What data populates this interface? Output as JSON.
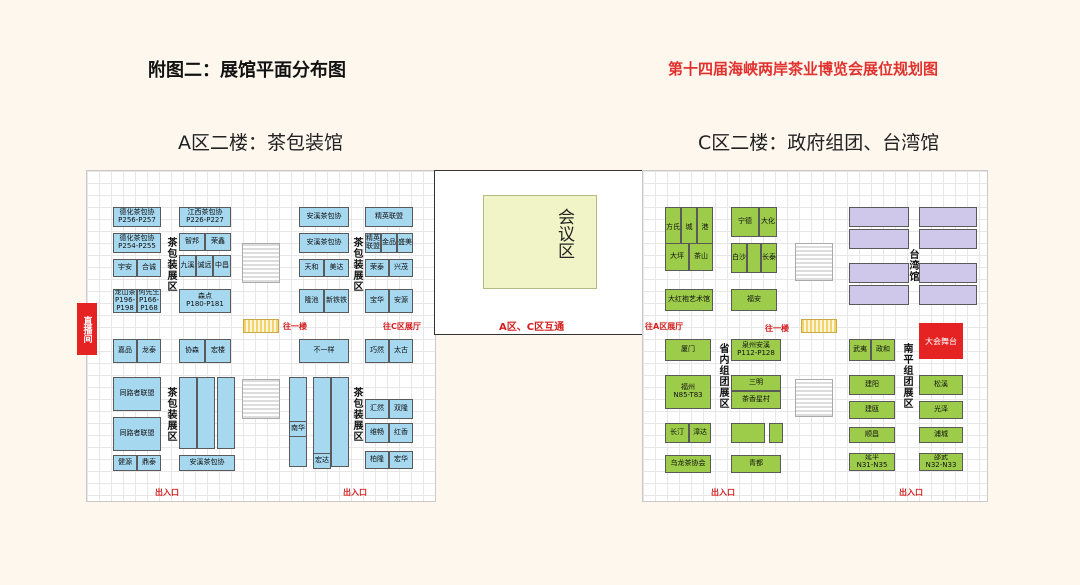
{
  "header": {
    "left_title": "附图二：展馆平面分布图",
    "right_title": "第十四届海峡两岸茶业博览会展位规划图"
  },
  "zones": {
    "a": {
      "title": "A区二楼：茶包装馆"
    },
    "c": {
      "title": "C区二楼：政府组团、台湾馆"
    }
  },
  "center": {
    "meeting": "会议区",
    "link": "A区、C区互通"
  },
  "a_zone": {
    "live_room": "直播间",
    "hall_labels": [
      "茶包装展区",
      "茶包装展区",
      "茶包装展区",
      "茶包装展区"
    ],
    "to_floor1": "往一楼",
    "to_c": "往C区展厅",
    "exits": [
      "出入口",
      "出入口"
    ],
    "booths": [
      {
        "name": "德化茶包协",
        "code": "P256-P257"
      },
      {
        "name": "德化茶包协",
        "code": "P254-P255"
      },
      {
        "name": "宇安",
        "code": ""
      },
      {
        "name": "合诚",
        "code": ""
      },
      {
        "name": "龙山茶",
        "code": "P196-P198"
      },
      {
        "name": "何先生",
        "code": "P166-P168"
      },
      {
        "name": "江西茶包协",
        "code": "P226-P227"
      },
      {
        "name": "智邦",
        "code": ""
      },
      {
        "name": "荣鑫",
        "code": ""
      },
      {
        "name": "九溪",
        "code": ""
      },
      {
        "name": "诚远",
        "code": ""
      },
      {
        "name": "中昌",
        "code": ""
      },
      {
        "name": "森点",
        "code": "P180-P181"
      },
      {
        "name": "安溪茶包协",
        "code": ""
      },
      {
        "name": "安溪茶包协",
        "code": ""
      },
      {
        "name": "天和",
        "code": ""
      },
      {
        "name": "美达",
        "code": ""
      },
      {
        "name": "精英联盟",
        "code": ""
      },
      {
        "name": "精英联盟",
        "code": ""
      },
      {
        "name": "金品",
        "code": ""
      },
      {
        "name": "盛美",
        "code": ""
      },
      {
        "name": "荣泰",
        "code": ""
      },
      {
        "name": "兴茂",
        "code": ""
      },
      {
        "name": "隆池",
        "code": ""
      },
      {
        "name": "新铁铁",
        "code": ""
      },
      {
        "name": "宝华",
        "code": ""
      },
      {
        "name": "安源",
        "code": ""
      },
      {
        "name": "嘉品",
        "code": ""
      },
      {
        "name": "龙泰",
        "code": ""
      },
      {
        "name": "协森",
        "code": ""
      },
      {
        "name": "宏楼",
        "code": ""
      },
      {
        "name": "不一样",
        "code": ""
      },
      {
        "name": "巧然",
        "code": ""
      },
      {
        "name": "太古",
        "code": ""
      },
      {
        "name": "同路者联盟",
        "code": ""
      },
      {
        "name": "同路者联盟",
        "code": ""
      },
      {
        "name": "健源",
        "code": ""
      },
      {
        "name": "鼎泰",
        "code": ""
      },
      {
        "name": "安溪茶包协",
        "code": ""
      },
      {
        "name": "汇然",
        "code": ""
      },
      {
        "name": "双隆",
        "code": ""
      },
      {
        "name": "南华",
        "code": ""
      },
      {
        "name": "维畅",
        "code": ""
      },
      {
        "name": "红香",
        "code": ""
      },
      {
        "name": "宏达",
        "code": ""
      },
      {
        "name": "柏隆",
        "code": ""
      },
      {
        "name": "宏华",
        "code": ""
      }
    ]
  },
  "c_zone": {
    "taiwan": "台湾馆",
    "gov_label": "省内组团展区",
    "nanping_label": "南平组团展区",
    "stage": "大会舞台",
    "to_a": "往A区展厅",
    "to_floor1": "往一楼",
    "exits": [
      "出入口",
      "出入口"
    ],
    "booths": [
      {
        "name": "方氏",
        "code": ""
      },
      {
        "name": "城",
        "code": ""
      },
      {
        "name": "港",
        "code": ""
      },
      {
        "name": "宁德",
        "code": ""
      },
      {
        "name": "大化",
        "code": ""
      },
      {
        "name": "大坪",
        "code": ""
      },
      {
        "name": "茶山",
        "code": ""
      },
      {
        "name": "白沙",
        "code": ""
      },
      {
        "name": "长泰",
        "code": ""
      },
      {
        "name": "大红袍艺术馆",
        "code": ""
      },
      {
        "name": "福安",
        "code": ""
      },
      {
        "name": "厦门",
        "code": ""
      },
      {
        "name": "泉州安溪",
        "code": "P112-P128"
      },
      {
        "name": "福州",
        "code": "N85-T83"
      },
      {
        "name": "三明",
        "code": ""
      },
      {
        "name": "茶香星村",
        "code": ""
      },
      {
        "name": "长汀",
        "code": ""
      },
      {
        "name": "漳达",
        "code": ""
      },
      {
        "name": "乌龙茶协会",
        "code": ""
      },
      {
        "name": "青都",
        "code": ""
      },
      {
        "name": "武夷",
        "code": ""
      },
      {
        "name": "政和",
        "code": ""
      },
      {
        "name": "建阳",
        "code": ""
      },
      {
        "name": "松溪",
        "code": ""
      },
      {
        "name": "建瓯",
        "code": ""
      },
      {
        "name": "光泽",
        "code": ""
      },
      {
        "name": "顺昌",
        "code": ""
      },
      {
        "name": "浦城",
        "code": ""
      },
      {
        "name": "延平",
        "code": "N31-N35"
      },
      {
        "name": "邵武",
        "code": "N32-N33"
      }
    ]
  }
}
